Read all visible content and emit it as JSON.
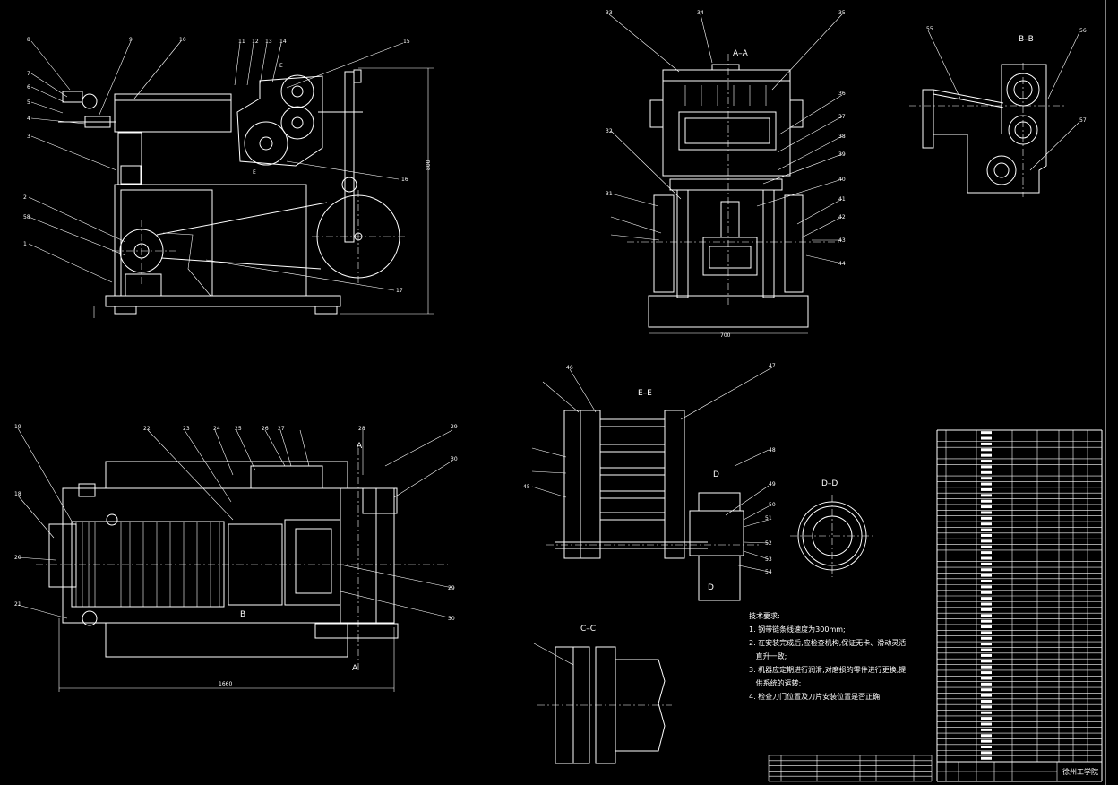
{
  "section_titles": {
    "aa": "A–A",
    "bb": "B–B",
    "ee": "E–E",
    "dd": "D–D",
    "cc": "C–C",
    "a_mark": "A",
    "b_mark": "B",
    "d_mark": "D",
    "e_mark": "E"
  },
  "callouts": {
    "top_left": [
      "8",
      "9",
      "10",
      "11",
      "12",
      "13",
      "14",
      "15",
      "7",
      "6",
      "5",
      "4",
      "3",
      "2",
      "58",
      "1",
      "16",
      "17"
    ],
    "top_right": [
      "33",
      "34",
      "35",
      "36",
      "37",
      "38",
      "39",
      "40",
      "41",
      "42",
      "43",
      "44",
      "32",
      "31"
    ],
    "bb_view": [
      "55",
      "56",
      "57"
    ],
    "ee_view": [
      "46",
      "47",
      "48",
      "49",
      "50",
      "51",
      "52",
      "53",
      "54",
      "45"
    ],
    "bottom_left": [
      "19",
      "18",
      "20",
      "21",
      "22",
      "23",
      "24",
      "25",
      "26",
      "27",
      "28",
      "29",
      "30"
    ]
  },
  "dimensions": {
    "front_height": "800",
    "aa_width": "700",
    "plan_length": "1660"
  },
  "tech_requirements": {
    "title": "技术要求:",
    "items": [
      "1. 钢带链条线速度为300mm;",
      "2. 在安装完成后,应检查机构,保证无卡、滑动灵活",
      "   直升一致;",
      "3. 机器应定期进行润滑,对磨损的零件进行更换,提",
      "   供系统的运转;",
      "4. 检查刀门位置及刀片安装位置是否正确."
    ]
  },
  "title_block": {
    "school": "徐州工学院"
  }
}
